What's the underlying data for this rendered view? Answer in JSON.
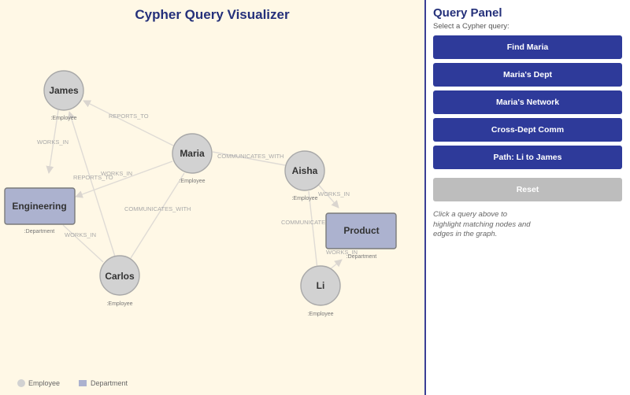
{
  "canvas": {
    "title": "Cypher Query Visualizer",
    "nodes": {
      "james": {
        "label": "James",
        "type": "Employee",
        "type_text": ":Employee"
      },
      "maria": {
        "label": "Maria",
        "type": "Employee",
        "type_text": ":Employee"
      },
      "aisha": {
        "label": "Aisha",
        "type": "Employee",
        "type_text": ":Employee"
      },
      "carlos": {
        "label": "Carlos",
        "type": "Employee",
        "type_text": ":Employee"
      },
      "li": {
        "label": "Li",
        "type": "Employee",
        "type_text": ":Employee"
      },
      "engineering": {
        "label": "Engineering",
        "type": "Department",
        "type_text": ":Department"
      },
      "product": {
        "label": "Product",
        "type": "Department",
        "type_text": ":Department"
      }
    },
    "edges": [
      {
        "from": "maria",
        "to": "james",
        "label": "REPORTS_TO"
      },
      {
        "from": "james",
        "to": "engineering",
        "label": "WORKS_IN"
      },
      {
        "from": "maria",
        "to": "engineering",
        "label": "WORKS_IN"
      },
      {
        "from": "carlos",
        "to": "james",
        "label": "REPORTS_TO"
      },
      {
        "from": "maria",
        "to": "aisha",
        "label": "COMMUNICATES_WITH"
      },
      {
        "from": "carlos",
        "to": "maria",
        "label": "COMMUNICATES_WITH"
      },
      {
        "from": "carlos",
        "to": "engineering",
        "label": "WORKS_IN"
      },
      {
        "from": "aisha",
        "to": "product",
        "label": "WORKS_IN"
      },
      {
        "from": "li",
        "to": "aisha",
        "label": "COMMUNICATES_WITH"
      },
      {
        "from": "li",
        "to": "product",
        "label": "WORKS_IN"
      }
    ]
  },
  "legend": {
    "employee": "Employee",
    "department": "Department"
  },
  "panel": {
    "title": "Query Panel",
    "subtitle": "Select a Cypher query:",
    "queries": [
      {
        "label": "Find Maria"
      },
      {
        "label": "Maria's Dept"
      },
      {
        "label": "Maria's Network"
      },
      {
        "label": "Cross-Dept Comm"
      },
      {
        "label": "Path: Li to James"
      }
    ],
    "reset_label": "Reset",
    "help_text": "Click a query above to highlight matching nodes and edges in the graph.",
    "colors": {
      "button": "#2e3a9a",
      "reset": "#bdbdbd",
      "title": "#24307a"
    }
  }
}
